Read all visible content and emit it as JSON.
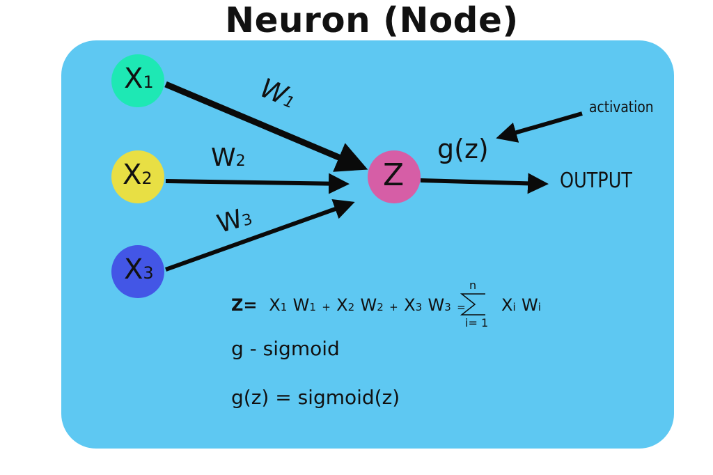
{
  "title": "Neuron (Node)",
  "colors": {
    "panel": "#5ec8f2",
    "x1": "#1ee8b4",
    "x2": "#e8df44",
    "x3": "#4356e6",
    "z": "#d65ea6",
    "line": "#0a0a0a"
  },
  "inputs": [
    {
      "label": "X",
      "sub": "1"
    },
    {
      "label": "X",
      "sub": "2"
    },
    {
      "label": "X",
      "sub": "3"
    }
  ],
  "weights": [
    {
      "label": "W",
      "sub": "1"
    },
    {
      "label": "W",
      "sub": "2"
    },
    {
      "label": "W",
      "sub": "3"
    }
  ],
  "node": {
    "label": "Z"
  },
  "activation_fn": "g(z)",
  "activation_label": "activation",
  "output_label": "OUTPUT",
  "formula": {
    "lhs": "Z=",
    "terms": [
      {
        "x": "X",
        "xs": "1",
        "w": "W",
        "ws": "1"
      },
      {
        "x": "X",
        "xs": "2",
        "w": "W",
        "ws": "2"
      },
      {
        "x": "X",
        "xs": "3",
        "w": "W",
        "ws": "3"
      }
    ],
    "plus": "+",
    "equals": "=",
    "sum_upper": "n",
    "sum_lower": "i= 1",
    "sum_symbol": "∑",
    "sum_term_x": "X",
    "sum_term_xs": "i",
    "sum_term_w": "W",
    "sum_term_ws": "i"
  },
  "notes": [
    "g - sigmoid",
    "g(z) = sigmoid(z)"
  ]
}
